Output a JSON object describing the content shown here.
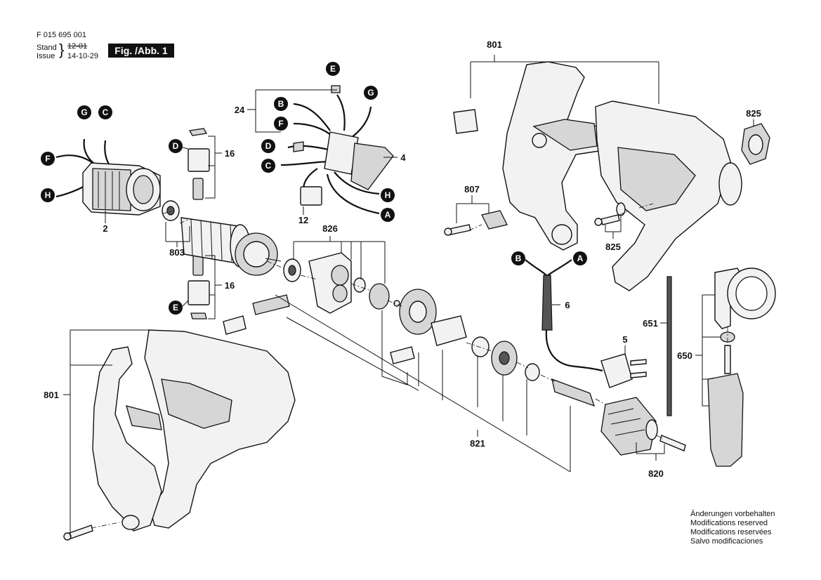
{
  "header": {
    "doc_number": "F 015 695 001",
    "stand_label": "Stand",
    "stand_value": "12-01",
    "issue_label": "Issue",
    "issue_value": "14-10-29",
    "figure_label": "Fig. /Abb. 1"
  },
  "callouts": {
    "c801_top": "801",
    "c825_top": "825",
    "c807": "807",
    "c825_mid": "825",
    "c24": "24",
    "c4": "4",
    "c12": "12",
    "c16_top": "16",
    "c16_bot": "16",
    "c2": "2",
    "c803": "803",
    "c826": "826",
    "c6": "6",
    "c5": "5",
    "c651": "651",
    "c650": "650",
    "c821": "821",
    "c820": "820",
    "c801_bot": "801"
  },
  "wire_markers": {
    "e_top": "E",
    "b_top": "B",
    "f_top": "F",
    "d_top": "D",
    "c_top": "C",
    "g_top": "G",
    "h_right": "H",
    "a_right": "A",
    "g_left": "G",
    "c_left": "C",
    "f_left": "F",
    "h_left": "H",
    "d_brush": "D",
    "e_brush": "E",
    "b_cord": "B",
    "a_cord": "A"
  },
  "footer": {
    "line1": "Änderungen vorbehalten",
    "line2": "Modifications reserved",
    "line3": "Modifications reservées",
    "line4": "Salvo modificaciones"
  }
}
